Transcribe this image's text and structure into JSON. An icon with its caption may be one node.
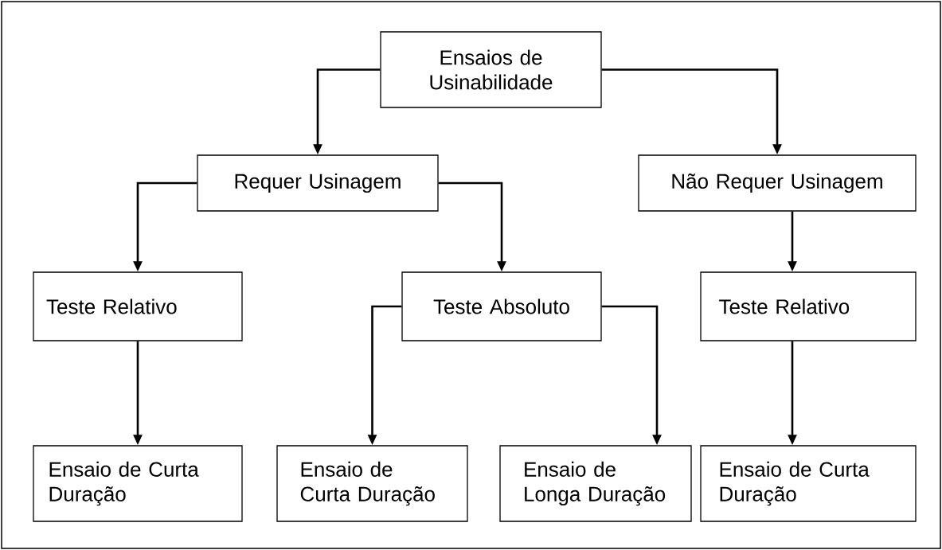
{
  "diagram": {
    "nodes": [
      {
        "text": [
          "Ensaios de Usinabilidade"
        ]
      },
      {
        "text": [
          "Requer Usinagem"
        ]
      },
      {
        "text": [
          "Não Requer Usinagem"
        ]
      },
      {
        "text": [
          "Teste Relativo"
        ]
      },
      {
        "text": [
          "Teste Absoluto"
        ]
      },
      {
        "text": [
          "Teste Relativo"
        ]
      },
      {
        "text": [
          "Ensaio de Curta Duração"
        ]
      },
      {
        "text": [
          "Ensaio de Curta Duração"
        ]
      },
      {
        "text": [
          "Ensaio de Longa Duração"
        ]
      },
      {
        "text": [
          "Ensaio de Curta Duração"
        ]
      }
    ],
    "edges": [
      {
        "from": 0,
        "to": 1,
        "arrow": "to"
      },
      {
        "from": 0,
        "to": 2,
        "arrow": "to"
      },
      {
        "from": 1,
        "to": 3,
        "arrow": "to"
      },
      {
        "from": 1,
        "to": 4,
        "arrow": "to"
      },
      {
        "from": 2,
        "to": 5,
        "arrow": "to"
      },
      {
        "from": 3,
        "to": 6,
        "arrow": "to"
      },
      {
        "from": 4,
        "to": 7,
        "arrow": "to"
      },
      {
        "from": 4,
        "to": 8,
        "arrow": "to"
      },
      {
        "from": 5,
        "to": 9,
        "arrow": "to"
      }
    ]
  }
}
